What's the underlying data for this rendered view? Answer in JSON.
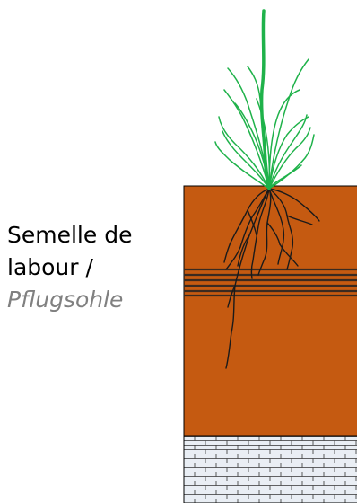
{
  "label": {
    "line1": "Semelle de",
    "line2": "labour /",
    "translation": "Pflugsohle"
  },
  "colors": {
    "soil": "#c55a11",
    "compacted_band_line": "#3a2a20",
    "subsoil_bricks": "#e9eef4",
    "plant": "#1fb24a",
    "roots": "#1a1a1a",
    "translation_text": "#808080"
  },
  "icons": [
    "plant-icon",
    "roots-icon",
    "compacted-layer-icon",
    "subsoil-bricks-icon"
  ]
}
